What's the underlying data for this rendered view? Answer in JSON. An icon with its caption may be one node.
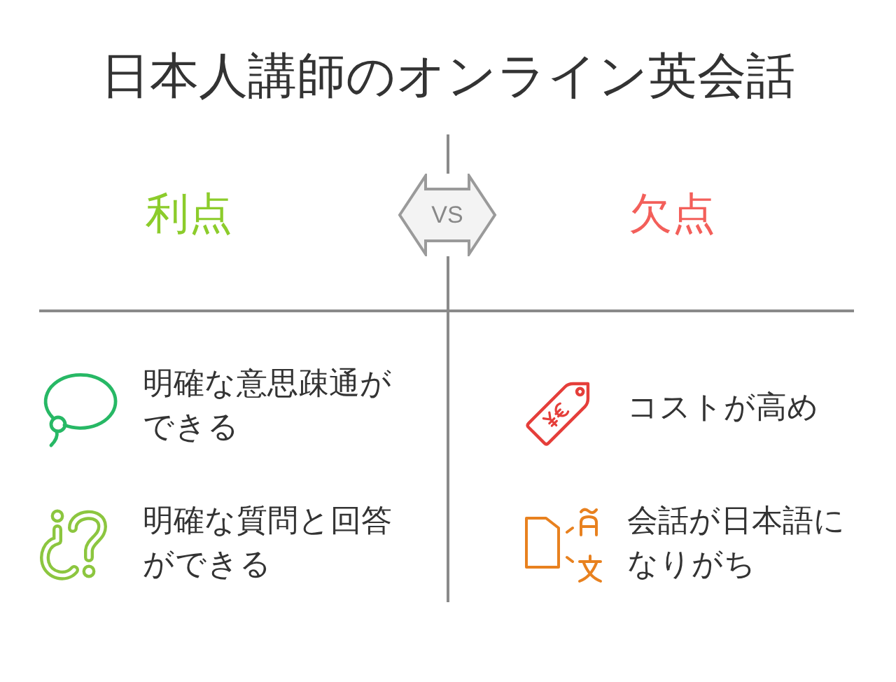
{
  "diagram": {
    "title": "日本人講師のオンライン英会話",
    "nodes": [
      {
        "text": [
          "VS"
        ]
      }
    ],
    "labels": [
      "利点",
      "欠点",
      "明確な意思疎通ができる",
      "コストが高め",
      "明確な質問と回答ができる",
      "会話が日本語になりがち"
    ]
  }
}
